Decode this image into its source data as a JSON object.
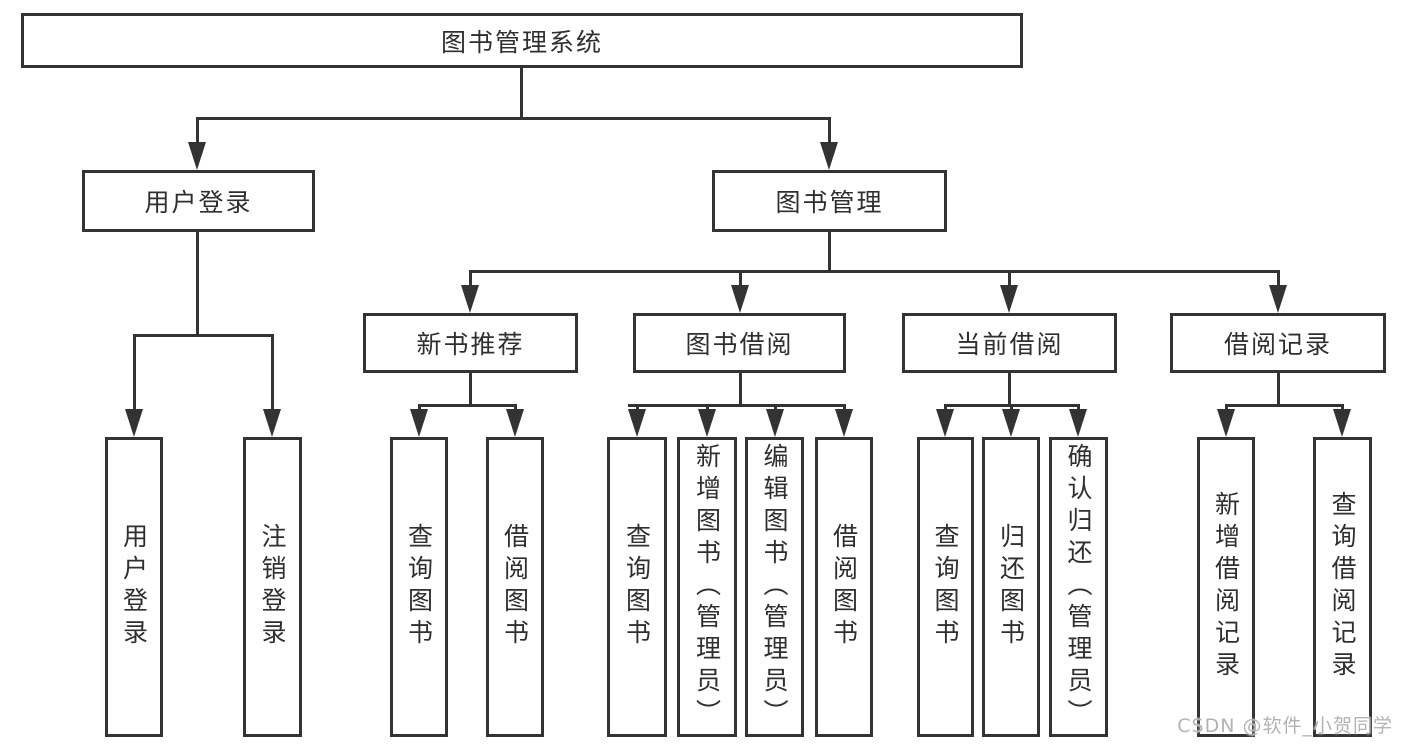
{
  "diagram": {
    "root": {
      "label": "图书管理系统"
    },
    "level2": [
      {
        "label": "用户登录",
        "children": [
          "用户登录",
          "注销登录"
        ]
      },
      {
        "label": "图书管理",
        "children": [
          {
            "label": "新书推荐",
            "children": [
              "查询图书",
              "借阅图书"
            ]
          },
          {
            "label": "图书借阅",
            "children": [
              "查询图书",
              "新增图书（管理员）",
              "编辑图书（管理员）",
              "借阅图书"
            ]
          },
          {
            "label": "当前借阅",
            "children": [
              "查询图书",
              "归还图书",
              "确认归还（管理员）"
            ]
          },
          {
            "label": "借阅记录",
            "children": [
              "新增借阅记录",
              "查询借阅记录"
            ]
          }
        ]
      }
    ]
  },
  "watermark": {
    "text": "CSDN @软件_小贺同学",
    "color": "#b3b3b3"
  },
  "colors": {
    "line": "#333333",
    "text": "#2f2f2f",
    "box_background": "#ffffff",
    "page_background": "#ffffff"
  }
}
